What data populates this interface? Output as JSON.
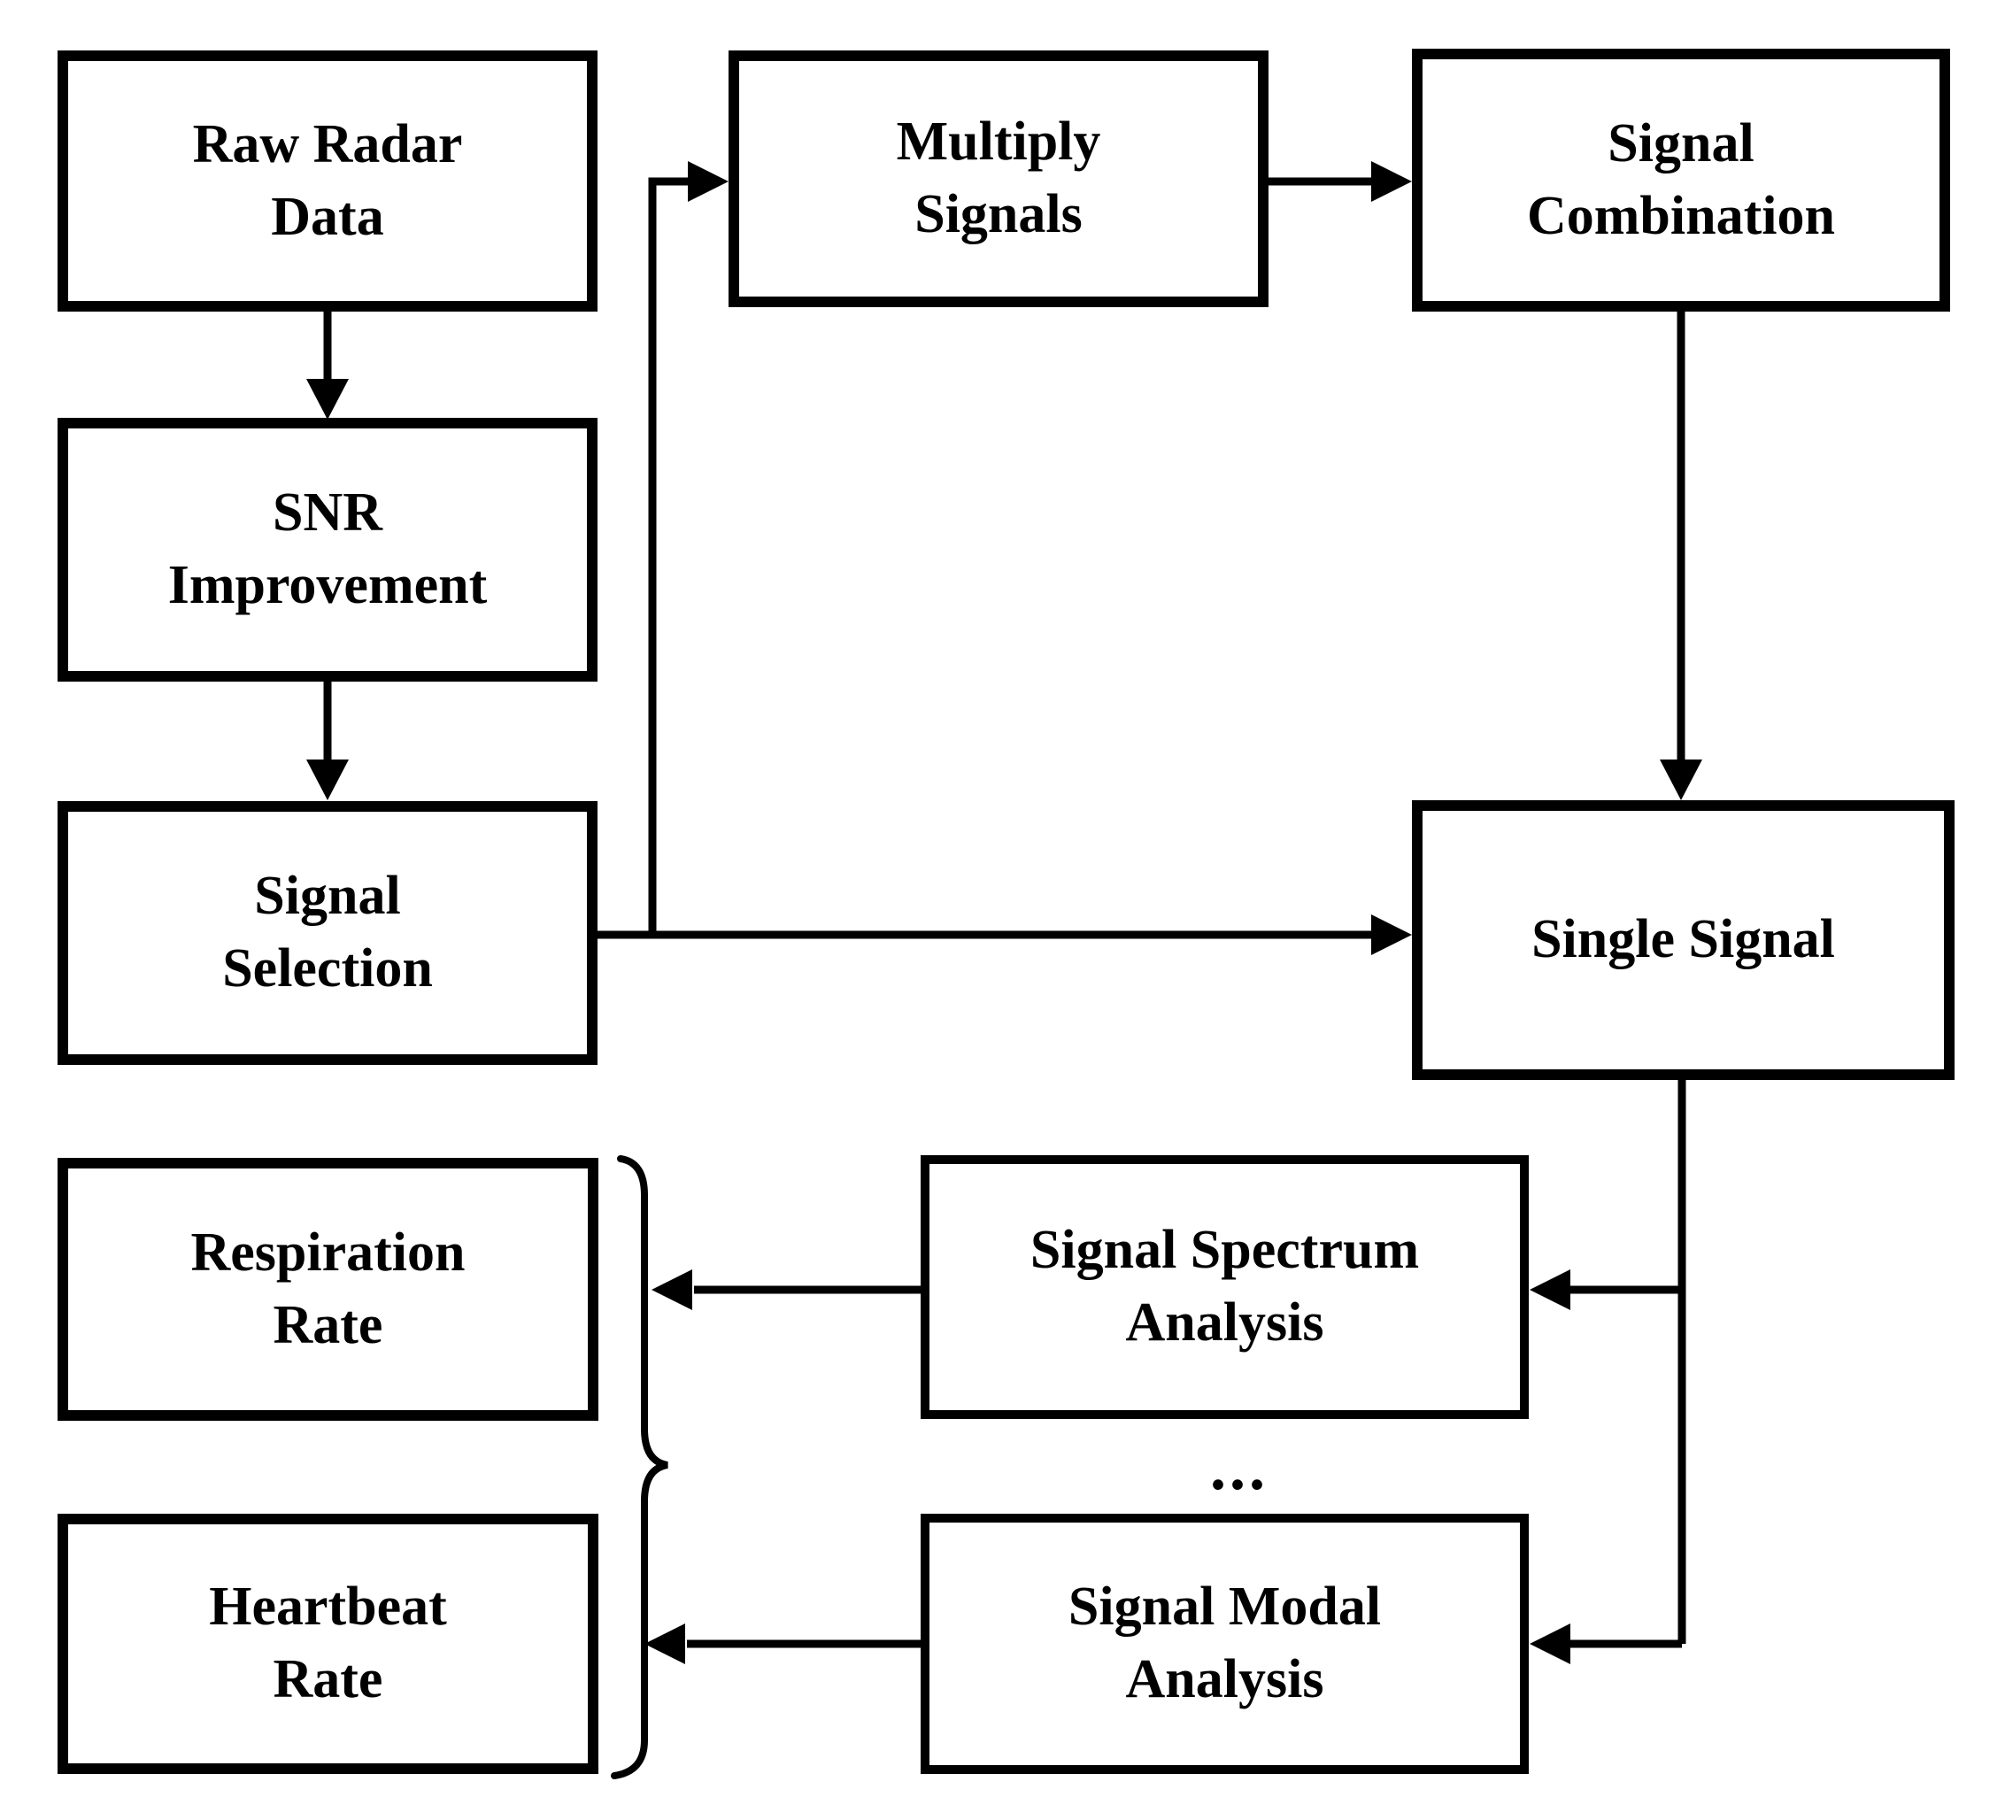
{
  "canvas": {
    "background_color": "#ffffff",
    "ink_color": "#000000"
  },
  "diagram": {
    "type": "flowchart",
    "nodes": {
      "raw_radar_data": {
        "label": "Raw Radar\nData"
      },
      "snr_improvement": {
        "label": "SNR\nImprovement"
      },
      "signal_selection": {
        "label": "Signal\nSelection"
      },
      "multiply_signals": {
        "label": "Multiply\nSignals"
      },
      "signal_combination": {
        "label": "Signal\nCombination"
      },
      "single_signal": {
        "label": "Single Signal"
      },
      "signal_spectrum_analysis": {
        "label": "Signal Spectrum\nAnalysis"
      },
      "signal_modal_analysis": {
        "label": "Signal Modal\nAnalysis"
      },
      "respiration_rate": {
        "label": "Respiration\nRate"
      },
      "heartbeat_rate": {
        "label": "Heartbeat\nRate"
      }
    },
    "ellipsis": "...",
    "edges": [
      {
        "from": "raw_radar_data",
        "to": "snr_improvement"
      },
      {
        "from": "snr_improvement",
        "to": "signal_selection"
      },
      {
        "from": "signal_selection",
        "to": "single_signal"
      },
      {
        "from": "signal_selection",
        "to": "multiply_signals"
      },
      {
        "from": "multiply_signals",
        "to": "signal_combination"
      },
      {
        "from": "signal_combination",
        "to": "single_signal"
      },
      {
        "from": "single_signal",
        "to": "signal_spectrum_analysis"
      },
      {
        "from": "single_signal",
        "to": "signal_modal_analysis"
      },
      {
        "from": "signal_spectrum_analysis",
        "to": "respiration_rate"
      },
      {
        "from": "signal_modal_analysis",
        "to": "heartbeat_rate"
      }
    ]
  }
}
